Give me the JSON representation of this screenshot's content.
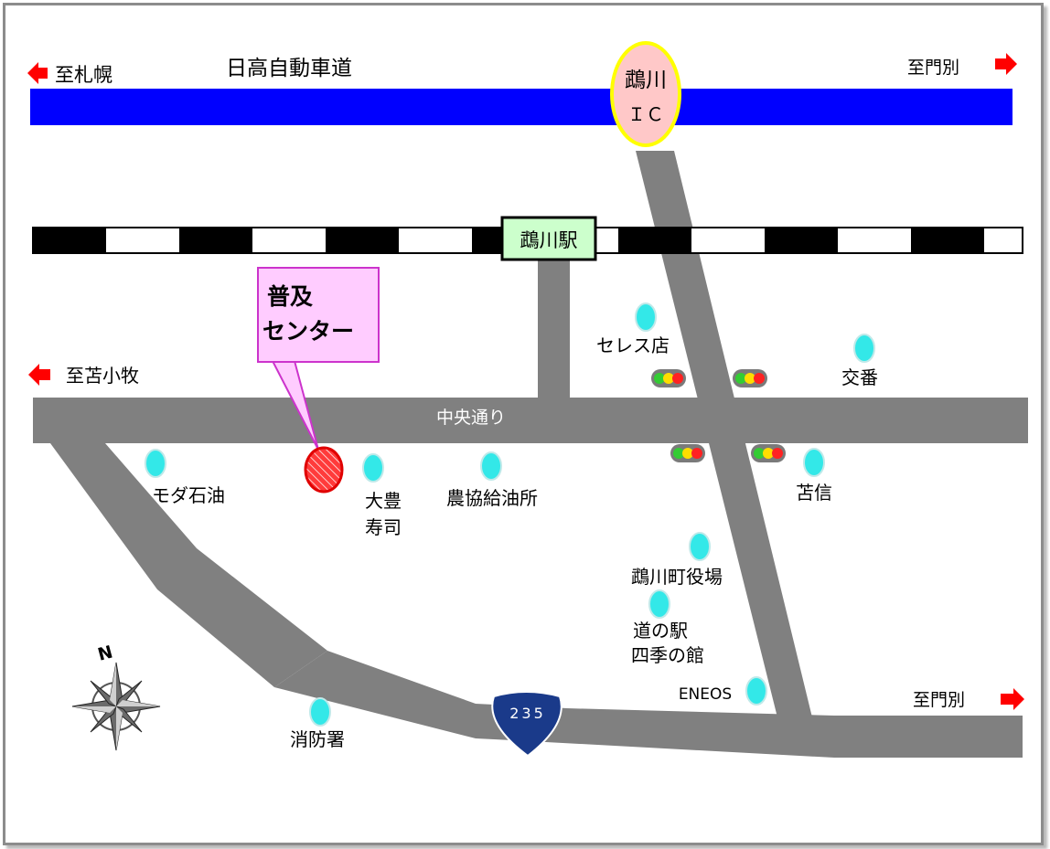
{
  "colors": {
    "expressway": "#0000ff",
    "road": "#808080",
    "rail_black": "#000000",
    "rail_white": "#ffffff",
    "ic_fill": "#ffc8c8",
    "ic_border": "#ffff00",
    "station_fill": "#ccffcc",
    "callout_fill": "#ffccff",
    "callout_border": "#cc33cc",
    "marker": "#e00000",
    "landmark": "#33e0e0",
    "arrow": "#ff0000",
    "route_shield": "#1a3a8a"
  },
  "expressway": {
    "name": "日高自動車道"
  },
  "interchange": {
    "line1": "鵡川",
    "line2": "ＩＣ"
  },
  "station": {
    "name": "鵡川駅"
  },
  "callout": {
    "line1": "普及",
    "line2": "センター"
  },
  "main_street": {
    "name": "中央通り"
  },
  "route_shield": {
    "number": "235"
  },
  "directions": {
    "to_sapporo": "至札幌",
    "to_monbetsu_top": "至門別",
    "to_tomakomai": "至苫小牧",
    "to_monbetsu_bottom": "至門別"
  },
  "landmarks": {
    "seres": "セレス店",
    "koban": "交番",
    "moda": "モダ石油",
    "daihou_1": "大豊",
    "daihou_2": "寿司",
    "nokyo": "農協給油所",
    "tomashin": "苫信",
    "yakuba": "鵡川町役場",
    "michinoeki_1": "道の駅",
    "michinoeki_2": "四季の館",
    "eneos": "ENEOS",
    "shobosho": "消防署"
  },
  "compass": {
    "label": "N"
  },
  "traffic_light": {
    "colors": [
      "#33cc33",
      "#ffdd00",
      "#ff2222"
    ]
  }
}
